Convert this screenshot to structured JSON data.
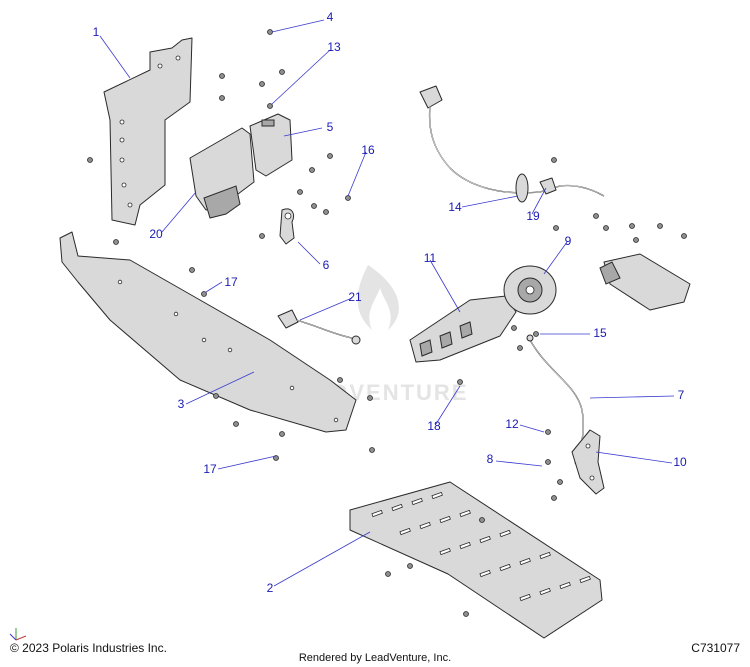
{
  "callouts": [
    {
      "id": "1",
      "label": "1"
    },
    {
      "id": "2",
      "label": "2"
    },
    {
      "id": "3",
      "label": "3"
    },
    {
      "id": "4",
      "label": "4"
    },
    {
      "id": "5",
      "label": "5"
    },
    {
      "id": "6",
      "label": "6"
    },
    {
      "id": "7",
      "label": "7"
    },
    {
      "id": "8",
      "label": "8"
    },
    {
      "id": "9",
      "label": "9"
    },
    {
      "id": "10",
      "label": "10"
    },
    {
      "id": "11",
      "label": "11"
    },
    {
      "id": "12",
      "label": "12"
    },
    {
      "id": "13",
      "label": "13"
    },
    {
      "id": "14",
      "label": "14"
    },
    {
      "id": "15",
      "label": "15"
    },
    {
      "id": "16",
      "label": "16"
    },
    {
      "id": "17a",
      "label": "17"
    },
    {
      "id": "17b",
      "label": "17"
    },
    {
      "id": "18",
      "label": "18"
    },
    {
      "id": "19",
      "label": "19"
    },
    {
      "id": "20",
      "label": "20"
    },
    {
      "id": "21",
      "label": "21"
    }
  ],
  "watermark": "LEADVENTURE",
  "footer": {
    "copyright": "© 2023 Polaris Industries Inc.",
    "rendered_by": "Rendered by LeadVenture, Inc.",
    "diagram_code": "C731077"
  },
  "colors": {
    "callout": "#1a1ab4",
    "leader": "#3a3ad0",
    "part_fill": "#d9d9d9",
    "outline": "#2a2a2a"
  }
}
